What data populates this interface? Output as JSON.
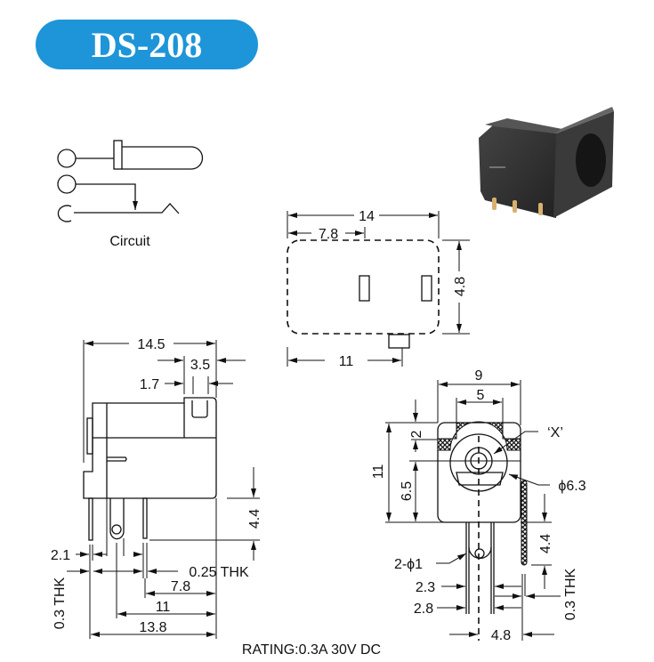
{
  "title": "DS-208",
  "brand_color": "#1e95d8",
  "circuit": {
    "label": "Circuit"
  },
  "top_view": {
    "width": "14",
    "pin_offset": "7.8",
    "height": "4.8",
    "tab_offset": "11"
  },
  "side_view": {
    "length": "14.5",
    "front": "3.5",
    "front_inner": "1.7",
    "pin_length": "4.4",
    "pin1_offset": "2.1",
    "thk_025": "0.25 THK",
    "thk_03": "0.3 THK",
    "d78": "7.8",
    "d11": "11",
    "d138": "13.8"
  },
  "front_view": {
    "width": "9",
    "inner_width": "5",
    "height": "11",
    "top": "2",
    "center": "6.5",
    "x_label": "‘X’",
    "bore": "ϕ6.3",
    "holes": "2-ϕ1",
    "d23": "2.3",
    "d28": "2.8",
    "d48": "4.8",
    "pin_length": "4.4",
    "thk": "0.3 THK"
  },
  "rating": "RATING:0.3A 30V DC"
}
